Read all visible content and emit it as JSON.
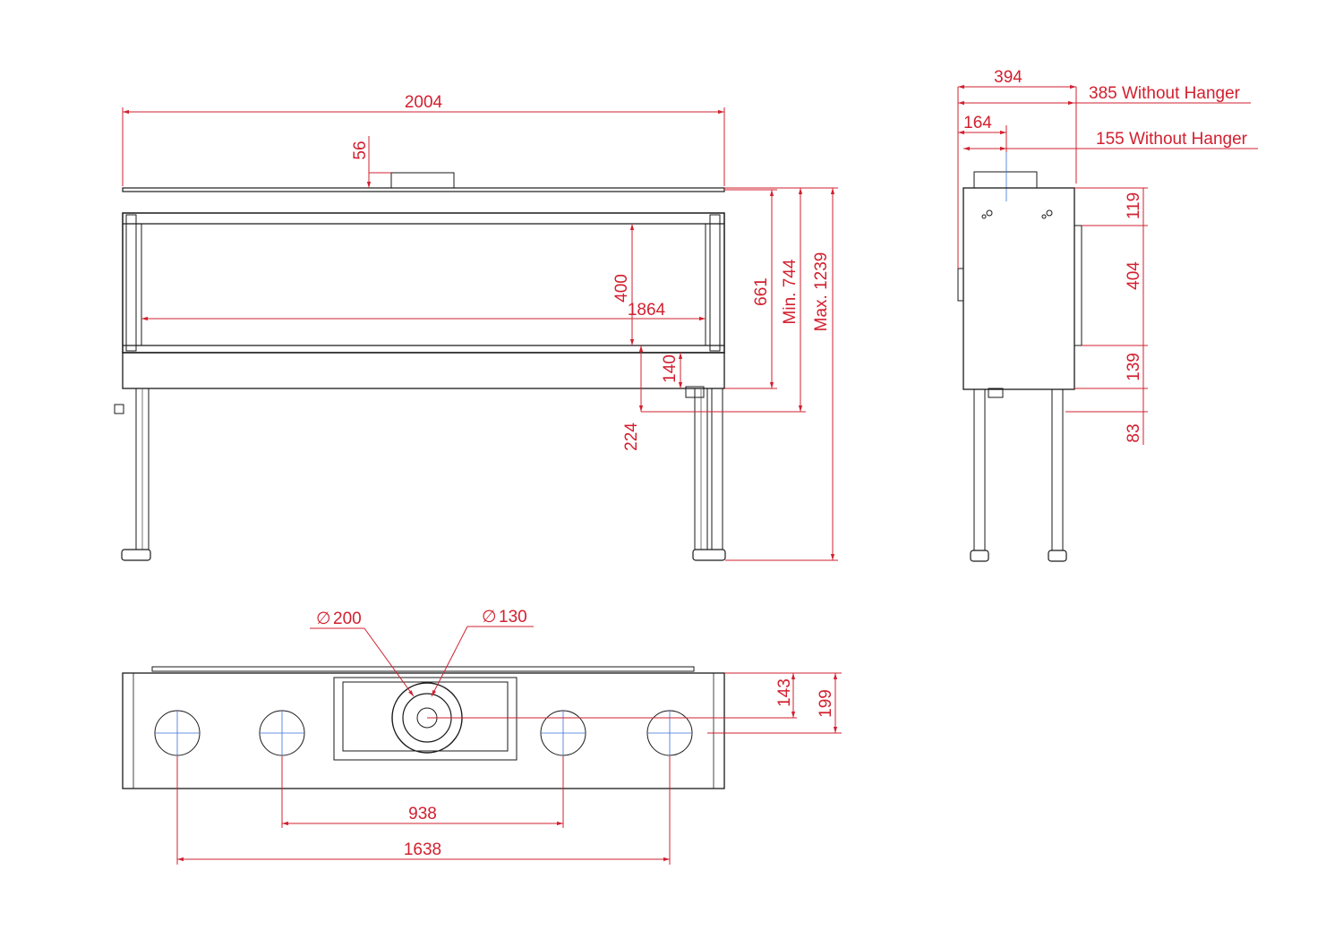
{
  "colors": {
    "dimension": "#d2202f",
    "outline": "#1a1a1a",
    "centerline": "#3a6fd8",
    "background": "#ffffff"
  },
  "front_view": {
    "overall_width": "2004",
    "top_offset": "56",
    "glass_height": "400",
    "glass_width": "1864",
    "frame_height": "661",
    "min_height": "Min. 744",
    "max_height": "Max. 1239",
    "base_height": "140",
    "floor_clearance": "224"
  },
  "side_view": {
    "depth": "394",
    "depth_without_hanger": "385 Without Hanger",
    "flue_offset": "164",
    "flue_offset_without_hanger": "155 Without Hanger",
    "top_section": "119",
    "glass_section": "404",
    "bottom_section": "139",
    "leg_section": "83"
  },
  "top_view": {
    "outer_diameter": "200",
    "inner_diameter": "130",
    "diameter_symbol": "∅",
    "flue_depth": "143",
    "total_depth": "199",
    "inner_spacing": "938",
    "outer_spacing": "1638"
  }
}
